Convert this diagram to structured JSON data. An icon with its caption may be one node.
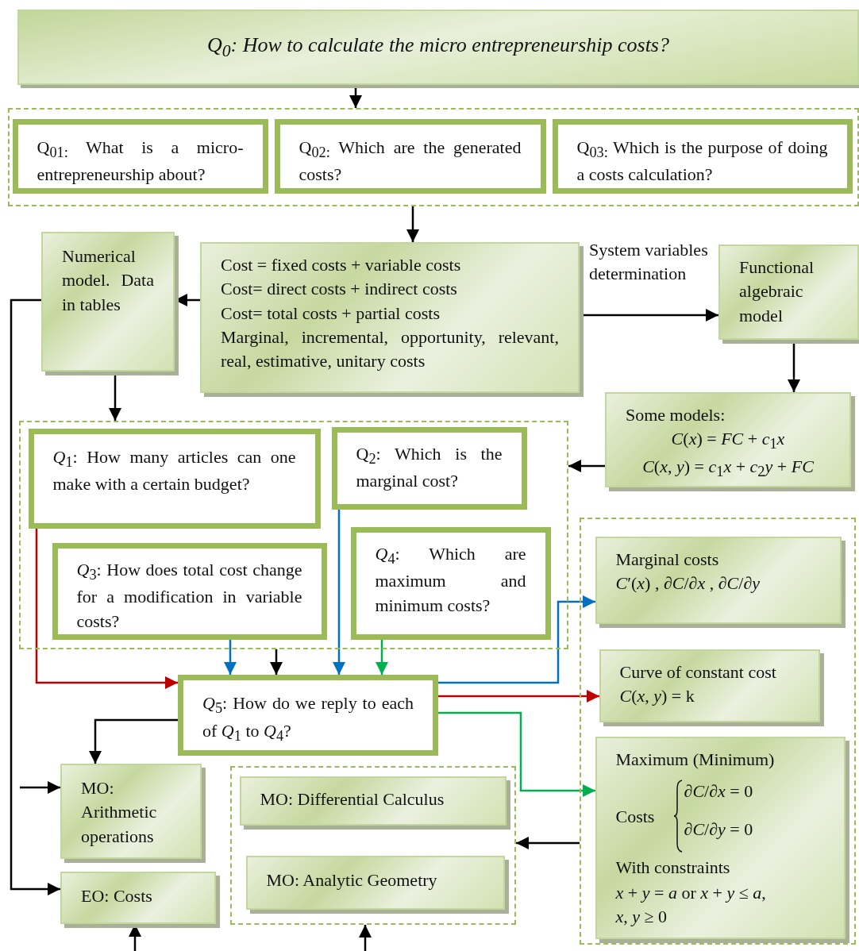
{
  "diagram": {
    "nodes": [
      {
        "text": [
          "Q$_{0}$: How to calculate the micro entrepreneurship costs?"
        ]
      },
      {
        "text": [],
        "shape": "box"
      },
      {
        "text": [
          "Q$_{01:}$ What is a micro-entrepreneurship about?"
        ],
        "in": 1
      },
      {
        "text": [
          "Q$_{02:}$ Which are the generated costs?"
        ],
        "in": 1
      },
      {
        "text": [
          "Q$_{03:}$ Which is the purpose of doing a costs calculation?"
        ],
        "in": 1
      },
      {
        "text": [
          "Cost = fixed costs + variable costs",
          "Cost= direct costs + indirect costs",
          "Cost= total costs + partial costs",
          "Marginal, incremental, opportunity, relevant, real, estimative, unitary costs"
        ]
      },
      {
        "text": [
          "Numerical model. Data in tables"
        ]
      },
      {
        "text": [
          "Functional algebraic model"
        ]
      },
      {
        "text": [
          "Some models:",
          "*C*(*x*) = *FC* + *c*$_{1}$*x*",
          "*C*(*x*, *y*) = *c*$_{1}$*x* + *c*$_{2}$*y* + *FC*"
        ]
      },
      {
        "text": [],
        "shape": "box"
      },
      {
        "text": [
          "*Q*$_{1}$: How many articles can one make with a certain budget?"
        ],
        "in": 9
      },
      {
        "text": [
          "Q$_{2}$: Which is the marginal cost?"
        ],
        "in": 9
      },
      {
        "text": [
          "*Q*$_{3}$: How does total cost change for a modification in variable costs?"
        ],
        "in": 9
      },
      {
        "text": [
          "*Q*$_{4}$: Which are maximum and minimum costs?"
        ],
        "in": 9
      },
      {
        "text": [
          "*Q*$_{5}$: How do we reply to each of *Q*$_{1}$ to *Q*$_{4}$?"
        ]
      },
      {
        "text": [],
        "shape": "box"
      },
      {
        "text": [
          "Marginal costs",
          "*C*′(*x*) , ∂*C*/∂*x* , ∂*C*/∂*y*"
        ],
        "in": 15
      },
      {
        "text": [
          "Curve of constant cost",
          "*C*(*x*, *y*) = k"
        ],
        "in": 15
      },
      {
        "text": [
          "Maximum (Minimum)",
          "Costs",
          "∂*C*/∂*x* = 0",
          "∂*C*/∂*y* = 0",
          "With constraints",
          "*x* + *y* = *a* or *x* + *y* ≤ *a*,",
          "*x*, *y* ≥ 0"
        ],
        "in": 15
      },
      {
        "text": [
          "MO: Arithmetic operations"
        ]
      },
      {
        "text": [],
        "shape": "box"
      },
      {
        "text": [
          "MO: Differential Calculus"
        ],
        "in": 20
      },
      {
        "text": [
          "MO: Analytic Geometry"
        ],
        "in": 20
      },
      {
        "text": [
          "EO: Costs"
        ]
      }
    ],
    "edges": [
      {
        "from": 0,
        "to": 1,
        "arrow": "to"
      },
      {
        "from": 1,
        "to": 5,
        "arrow": "to"
      },
      {
        "from": 5,
        "to": 6,
        "arrow": "to"
      },
      {
        "from": 6,
        "to": 23,
        "arrow": "to"
      },
      {
        "from": 6,
        "to": 9,
        "arrow": "to"
      },
      {
        "from": 5,
        "to": 7,
        "arrow": "to",
        "label": "System variables determination"
      },
      {
        "from": 7,
        "to": 8,
        "arrow": "to"
      },
      {
        "from": 8,
        "to": 9,
        "arrow": "to"
      },
      {
        "from": 10,
        "to": 14,
        "arrow": "to",
        "color": "#c00000"
      },
      {
        "from": 12,
        "to": 14,
        "arrow": "to",
        "color": "#0070c0"
      },
      {
        "from": 9,
        "to": 14,
        "arrow": "to"
      },
      {
        "from": 11,
        "to": 14,
        "arrow": "to",
        "color": "#0070c0"
      },
      {
        "from": 13,
        "to": 14,
        "arrow": "to",
        "color": "#00b050"
      },
      {
        "from": 14,
        "to": 16,
        "arrow": "to",
        "color": "#0070c0"
      },
      {
        "from": 14,
        "to": 17,
        "arrow": "to",
        "color": "#c00000"
      },
      {
        "from": 14,
        "to": 18,
        "arrow": "to",
        "color": "#00b050"
      },
      {
        "from": 14,
        "to": 19,
        "arrow": "to"
      },
      {
        "from": null,
        "to": 19,
        "arrow": "to"
      },
      {
        "from": null,
        "to": 23,
        "arrow": "to"
      },
      {
        "from": null,
        "to": 20,
        "arrow": "to"
      },
      {
        "from": 15,
        "to": 20,
        "arrow": "to"
      }
    ]
  }
}
